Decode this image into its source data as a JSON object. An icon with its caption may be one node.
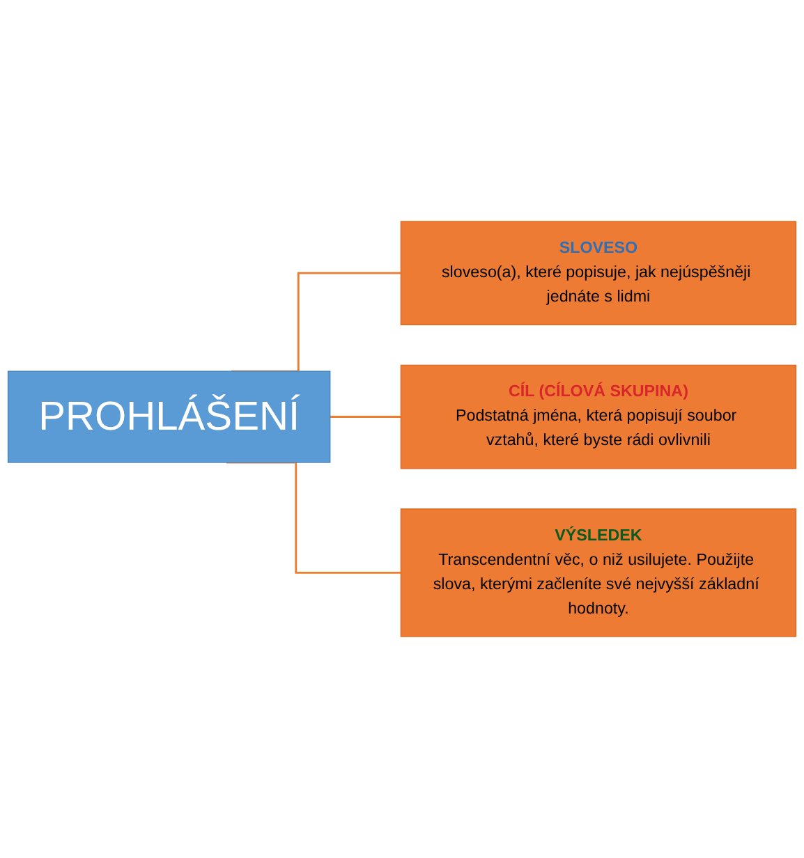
{
  "diagram": {
    "nodes": [
      {
        "text": [
          "PROHLÁŠENÍ"
        ]
      },
      {
        "text": [
          "SLOVESO",
          "sloveso(a), které popisuje, jak nejúspěšněji jednáte s lidmi"
        ]
      },
      {
        "text": [
          "CÍL (CÍLOVÁ SKUPINA)",
          "Podstatná jména, která popisují soubor vztahů, které byste rádi ovlivnili"
        ]
      },
      {
        "text": [
          "VÝSLEDEK",
          "Transcendentní věc, o niž usilujete. Použijte slova, kterými začleníte své nejvyšší základní hodnoty."
        ]
      }
    ],
    "edges": [
      {
        "from": 0,
        "to": 1,
        "arrow": "none"
      },
      {
        "from": 0,
        "to": 2,
        "arrow": "none"
      },
      {
        "from": 0,
        "to": 3,
        "arrow": "none"
      }
    ]
  }
}
